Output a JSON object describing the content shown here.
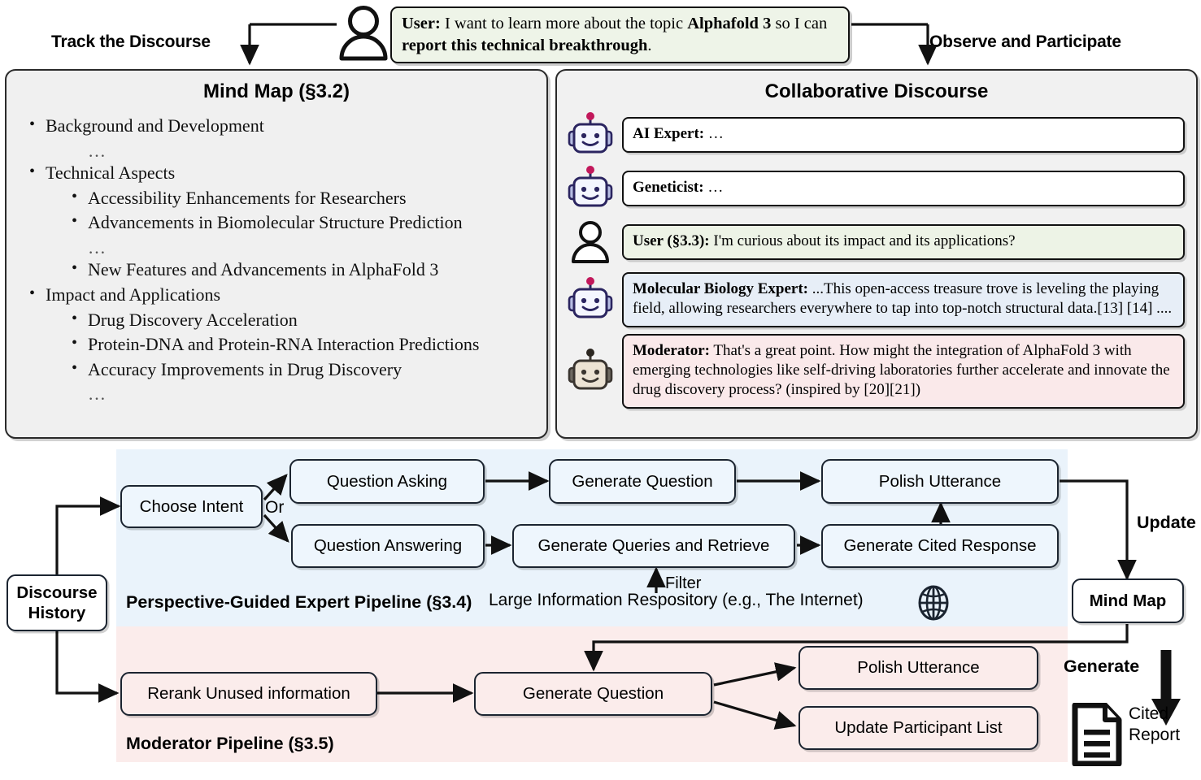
{
  "top": {
    "left_label": "Track the Discourse",
    "right_label": "Observe and Participate",
    "user_bubble": {
      "speaker": "User:",
      "text_1": " I want to learn more about the topic ",
      "bold_1": "Alphafold 3",
      "text_2": " so I can ",
      "bold_2": "report this technical breakthrough",
      "text_3": "."
    }
  },
  "mindmap": {
    "title": "Mind Map (§3.2)",
    "items": [
      {
        "level": 1,
        "text": "Background and Development"
      },
      {
        "level": "dots",
        "text": "…"
      },
      {
        "level": 1,
        "text": "Technical Aspects"
      },
      {
        "level": 2,
        "text": "Accessibility Enhancements for Researchers"
      },
      {
        "level": 2,
        "text": "Advancements in Biomolecular Structure Prediction"
      },
      {
        "level": "dots",
        "text": "…"
      },
      {
        "level": 2,
        "text": "New Features and Advancements in AlphaFold 3"
      },
      {
        "level": 1,
        "text": "Impact and Applications"
      },
      {
        "level": 2,
        "text": "Drug Discovery Acceleration"
      },
      {
        "level": 2,
        "text": "Protein-DNA and Protein-RNA Interaction Predictions"
      },
      {
        "level": 2,
        "text": "Accuracy Improvements in Drug Discovery"
      },
      {
        "level": "dots",
        "text": "…"
      }
    ]
  },
  "discourse": {
    "title": "Collaborative Discourse",
    "messages": [
      {
        "avatar": "robot-purple-icon",
        "style": "bb-white",
        "speaker": "AI Expert:",
        "text": " …"
      },
      {
        "avatar": "robot-purple-icon",
        "style": "bb-white",
        "speaker": "Geneticist:",
        "text": " …"
      },
      {
        "avatar": "user-avatar-icon",
        "style": "bb-green",
        "speaker": "User (§3.3):",
        "text": " I'm curious about its impact and its applications?"
      },
      {
        "avatar": "robot-purple-icon",
        "style": "bb-blue",
        "speaker": "Molecular Biology Expert:",
        "text": " ...This open-access treasure trove is leveling the playing field, allowing researchers everywhere to tap into top-notch structural data.[13] [14] ...."
      },
      {
        "avatar": "robot-beige-icon",
        "style": "bb-pink",
        "speaker": "Moderator:",
        "text": " That's a great point. How might the integration of AlphaFold 3 with emerging technologies like self-driving laboratories further accelerate and innovate the drug discovery process? (inspired by [20][21])"
      }
    ]
  },
  "pipeline": {
    "discourse_history": "Discourse\nHistory",
    "discourse_history_line1": "Discourse",
    "discourse_history_line2": "History",
    "expert": {
      "section_label": "Perspective-Guided Expert Pipeline (§3.4)",
      "choose_intent": "Choose Intent",
      "or_label": "Or",
      "question_asking": "Question Asking",
      "question_answering": "Question Answering",
      "generate_question": "Generate Question",
      "generate_queries": "Generate Queries and Retrieve",
      "generate_cited_response": "Generate Cited Response",
      "polish_utterance": "Polish Utterance",
      "filter_label": "Filter",
      "repository_label": "Large Information Respository (e.g., The Internet)",
      "globe_icon": "globe-icon"
    },
    "moderator": {
      "section_label": "Moderator Pipeline (§3.5)",
      "rerank": "Rerank Unused information",
      "generate_question": "Generate Question",
      "polish_utterance": "Polish Utterance",
      "update_participant_list": "Update Participant List"
    },
    "update_label": "Update",
    "mind_map_box": "Mind Map",
    "generate_label": "Generate",
    "cited_report_line1": "Cited",
    "cited_report_line2": "Report",
    "report_icon": "document-icon"
  },
  "colors": {
    "expert_bg": "#eaf3fb",
    "moderator_bg": "#fbeceb",
    "panel_bg": "#f0f0f0",
    "user_bubble_bg": "#eef4e8",
    "expert_bubble_bg": "#e7eef7",
    "moderator_bubble_bg": "#fae9ea"
  }
}
